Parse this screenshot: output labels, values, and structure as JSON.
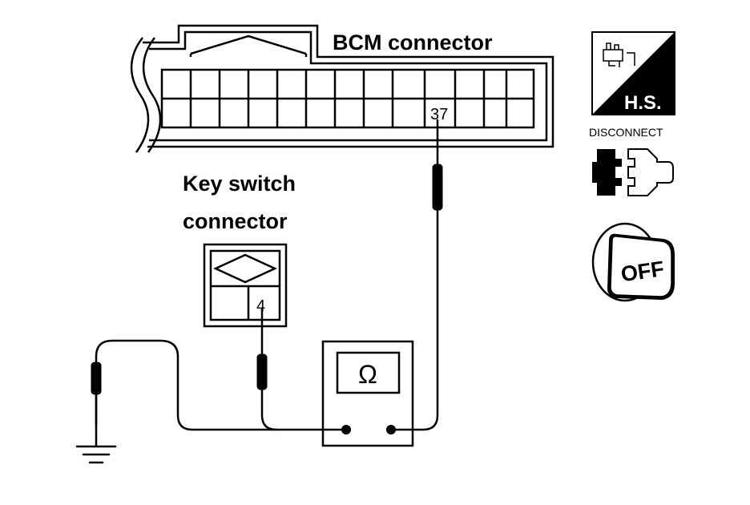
{
  "bcm_connector": {
    "label": "BCM connector",
    "pin": "37"
  },
  "key_switch_connector": {
    "label_line1": "Key switch",
    "label_line2": "connector",
    "pin": "4"
  },
  "meter": {
    "symbol": "Ω"
  },
  "conditions": {
    "hs_label": "H.S.",
    "disconnect_label": "DISCONNECT",
    "off_label": "OFF",
    "icons": [
      "hand-and-hot-swap-icon",
      "disconnect-connector-icon",
      "ignition-key-off-icon"
    ]
  },
  "colors": {
    "line": "#000000",
    "background": "#ffffff"
  }
}
